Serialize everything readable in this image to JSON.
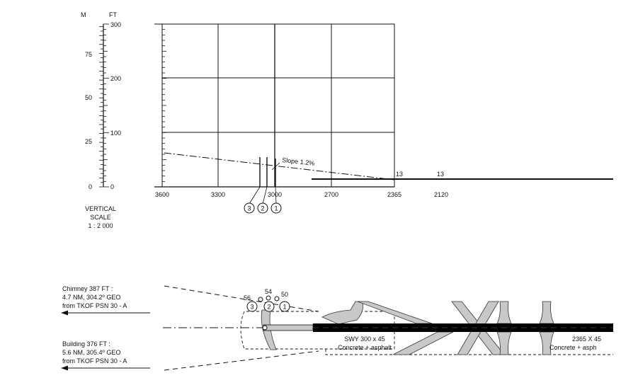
{
  "vertical_scale": {
    "m_header": "M",
    "ft_header": "FT",
    "m_labels": [
      "75",
      "50",
      "25",
      "0"
    ],
    "ft_labels": [
      "300",
      "200",
      "100",
      "0"
    ],
    "caption_line1": "VERTICAL",
    "caption_line2": "SCALE",
    "caption_line3": "1 : 2 000"
  },
  "profile": {
    "x_labels": [
      "3600",
      "3300",
      "3000",
      "2700",
      "2365",
      "2120"
    ],
    "slope_label": "Slope 1.2%",
    "marker_13a": "13",
    "marker_13b": "13",
    "circled": [
      "3",
      "2",
      "1"
    ]
  },
  "plan": {
    "obstacle1": {
      "line1": "Chimney 387 FT :",
      "line2": "4.7 NM, 304.2º GEO",
      "line3": "from TKOF PSN 30 - A"
    },
    "obstacle2": {
      "line1": "Building 376 FT :",
      "line2": "5.6 NM, 305.4º GEO",
      "line3": "from TKOF PSN 30 - A"
    },
    "heights": [
      "56",
      "54",
      "50"
    ],
    "circled": [
      "3",
      "2",
      "1"
    ],
    "swy_line1": "SWY 300 x 45",
    "swy_line2": "Concrete + asphalt",
    "rwy_line1": "2365 X 45",
    "rwy_line2": "Concrete + asph"
  },
  "colors": {
    "ink": "#111111",
    "taxiway": "#c8c8c8",
    "runway": "#000000"
  }
}
